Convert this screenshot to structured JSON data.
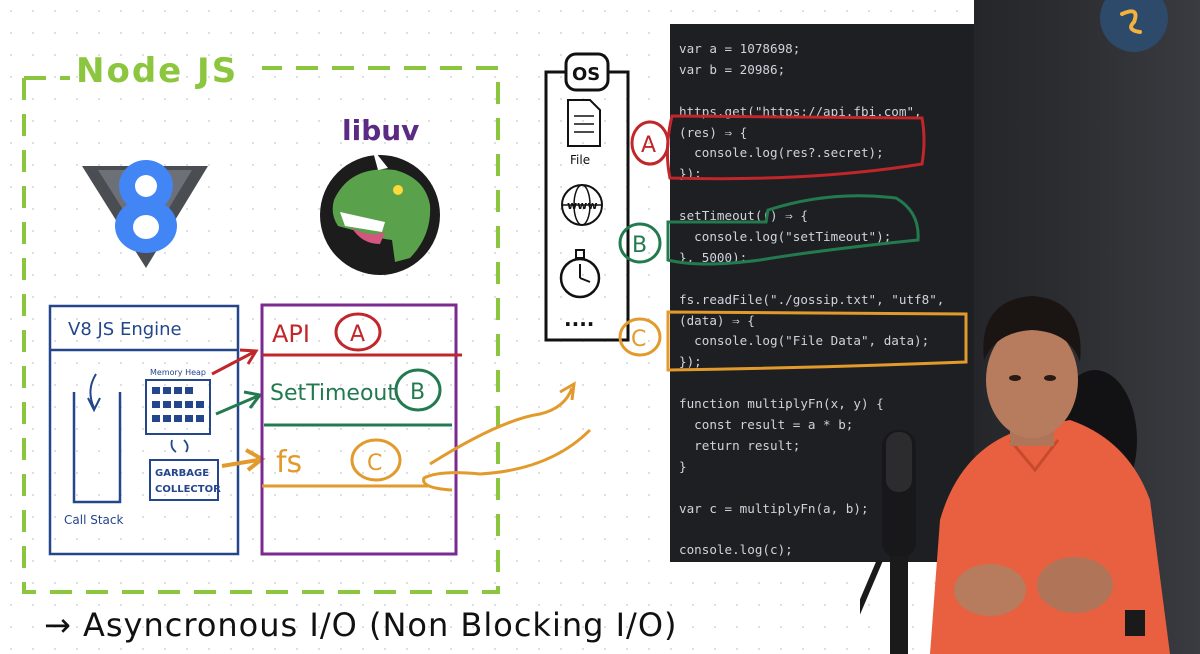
{
  "diagram": {
    "node_title": "Node JS",
    "libuv_label": "libuv",
    "v8_engine": {
      "title": "V8 JS Engine",
      "memory_heap": "Memory Heap",
      "garbage_collector_line1": "GARBAGE",
      "garbage_collector_line2": "COLLECTOR",
      "call_stack": "Call Stack"
    },
    "libuv_box": {
      "rows": [
        {
          "label": "API",
          "badge": "A",
          "color": "#c0262a"
        },
        {
          "label": "SetTimeout",
          "badge": "B",
          "color": "#237a4f"
        },
        {
          "label": "fs",
          "badge": "C",
          "color": "#e39a2c"
        }
      ]
    },
    "os": {
      "title": "OS",
      "file_label": "File",
      "www_label": "www",
      "dots": "....",
      "badges": [
        "A",
        "B",
        "C"
      ]
    },
    "caption": "→ Asyncronous I/O (Non Blocking I/O)"
  },
  "code": {
    "lines": [
      "var a = 1078698;",
      "var b = 20986;",
      "",
      "https.get(\"https://api.fbi.com\",",
      "(res) ⇒ {",
      "  console.log(res?.secret);",
      "});",
      "",
      "setTimeout(() ⇒ {",
      "  console.log(\"setTimeout\");",
      "}, 5000);",
      "",
      "fs.readFile(\"./gossip.txt\", \"utf8\",",
      "(data) ⇒ {",
      "  console.log(\"File Data\", data);",
      "});",
      "",
      "function multiplyFn(x, y) {",
      "  const result = a * b;",
      "  return result;",
      "}",
      "",
      "var c = multiplyFn(a, b);",
      "",
      "console.log(c);"
    ]
  },
  "colors": {
    "green_dash": "#8cc63f",
    "purple": "#7b2a8f",
    "blue": "#23468c",
    "red": "#c0262a",
    "green": "#237a4f",
    "orange": "#e39a2c",
    "v8_blue": "#4285f4"
  },
  "icons": [
    "v8-logo-icon",
    "libuv-dinosaur-icon",
    "file-icon",
    "globe-icon",
    "stopwatch-icon",
    "channel-logo-icon",
    "presenter-video"
  ]
}
